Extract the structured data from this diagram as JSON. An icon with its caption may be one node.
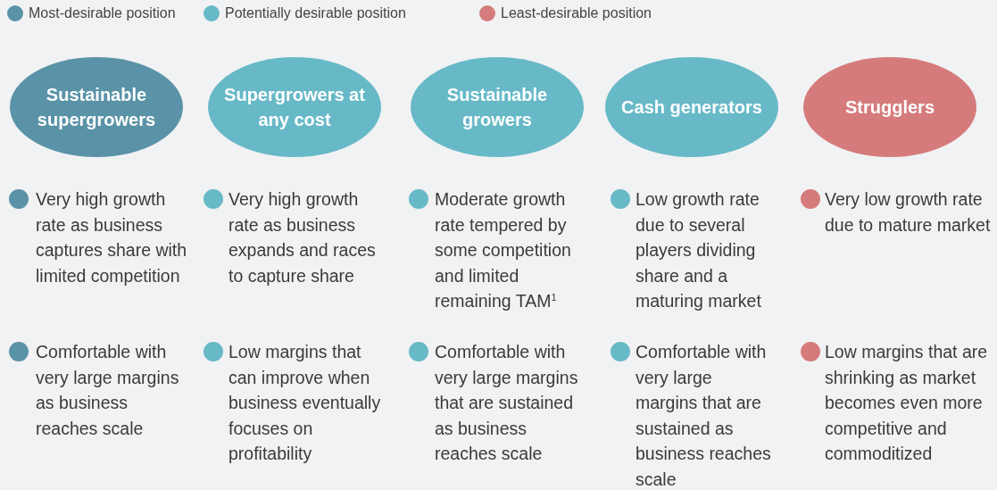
{
  "diagram": {
    "nodes": [
      {
        "text": [
          "Sustainable supergrowers"
        ]
      },
      {
        "text": [
          "Supergrowers at any cost"
        ]
      },
      {
        "text": [
          "Sustainable growers"
        ]
      },
      {
        "text": [
          "Cash generators"
        ]
      },
      {
        "text": [
          "Strugglers"
        ]
      }
    ],
    "labels": [
      "Very high growth rate as business captures share with limited competition",
      "Very high growth rate as business expands and races to capture share",
      "Moderate growth rate tempered by some competition and limited remaining TAM$^{1}$",
      "Low growth rate due to several players dividing share and a maturing market",
      "Very low growth rate due to mature market",
      "Comfortable with very large margins as business reaches scale",
      "Low margins that can improve when business eventually focuses on profitability",
      "Comfortable with very large margins that are sustained as business reaches scale",
      "Comfortable with very large margins that are sustained as business reaches scale",
      "Low margins that are shrinking as market becomes even more competitive and commoditized"
    ],
    "legend": [
      {
        "text": "Most-desirable position",
        "color": "#5a93a7"
      },
      {
        "text": "Potentially desirable position",
        "color": "#67b9c7"
      },
      {
        "text": "Least-desirable position",
        "color": "#d57b7c"
      }
    ]
  }
}
